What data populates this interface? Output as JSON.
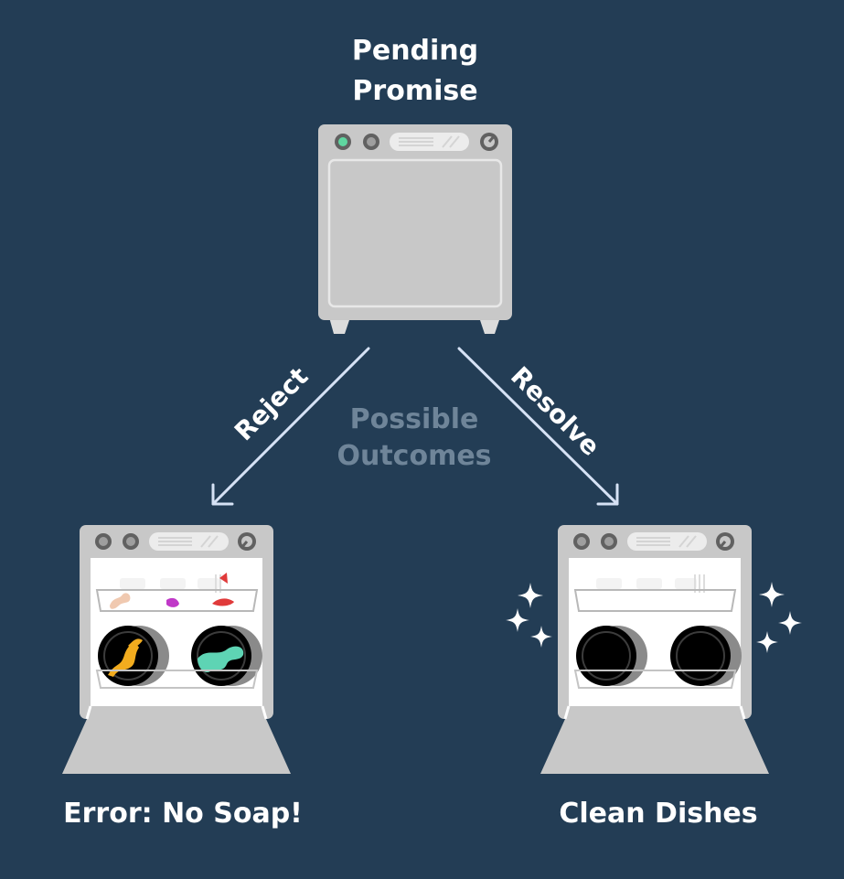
{
  "pending": {
    "line1": "Pending",
    "line2": "Promise"
  },
  "arrows": {
    "reject": "Reject",
    "resolve": "Resolve"
  },
  "center": {
    "line1": "Possible",
    "line2": "Outcomes"
  },
  "outcomes": {
    "rejected": "Error: No Soap!",
    "resolved": "Clean Dishes"
  },
  "colors": {
    "background": "#233d55",
    "appliance": "#c8c8c8",
    "arrow": "#d6e2f5",
    "muted_text": "#6f8599",
    "indicator": "#5fd6a0"
  }
}
